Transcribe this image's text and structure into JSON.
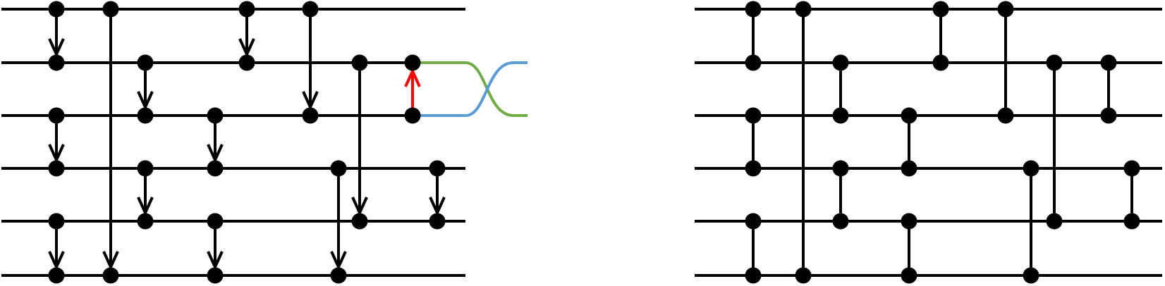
{
  "colors": {
    "ink": "#000000",
    "highlight": "#ff0000",
    "wire_a": "#70ad47",
    "wire_b": "#5b9bd5",
    "background": "#ffffff"
  },
  "panels": [
    {
      "id": "left",
      "kind": "directed",
      "lines": 6,
      "connections": [
        {
          "col": 0,
          "from": 0,
          "to": 1,
          "style": "arrow"
        },
        {
          "col": 0,
          "from": 2,
          "to": 3,
          "style": "arrow"
        },
        {
          "col": 0,
          "from": 4,
          "to": 5,
          "style": "arrow"
        },
        {
          "col": 1,
          "from": 0,
          "to": 5,
          "style": "arrow"
        },
        {
          "col": 2,
          "from": 1,
          "to": 2,
          "style": "arrow"
        },
        {
          "col": 2,
          "from": 3,
          "to": 4,
          "style": "arrow"
        },
        {
          "col": 3,
          "from": 2,
          "to": 3,
          "style": "arrow"
        },
        {
          "col": 3,
          "from": 4,
          "to": 5,
          "style": "arrow"
        },
        {
          "col": 4,
          "from": 0,
          "to": 1,
          "style": "arrow"
        },
        {
          "col": 5,
          "from": 0,
          "to": 2,
          "style": "arrow"
        },
        {
          "col": 6,
          "from": 3,
          "to": 5,
          "style": "arrow"
        },
        {
          "col": 7,
          "from": 1,
          "to": 4,
          "style": "arrow"
        },
        {
          "col": 8,
          "from": 2,
          "to": 1,
          "style": "highlight-arrow"
        },
        {
          "col": 9,
          "from": 3,
          "to": 4,
          "style": "arrow"
        }
      ],
      "swap": {
        "from": 1,
        "to": 2
      }
    },
    {
      "id": "right",
      "kind": "undirected",
      "lines": 6,
      "connections": [
        {
          "col": 0,
          "from": 0,
          "to": 1
        },
        {
          "col": 0,
          "from": 2,
          "to": 3
        },
        {
          "col": 0,
          "from": 4,
          "to": 5
        },
        {
          "col": 1,
          "from": 0,
          "to": 5
        },
        {
          "col": 2,
          "from": 1,
          "to": 2
        },
        {
          "col": 2,
          "from": 3,
          "to": 4
        },
        {
          "col": 3,
          "from": 2,
          "to": 3
        },
        {
          "col": 3,
          "from": 4,
          "to": 5
        },
        {
          "col": 4,
          "from": 0,
          "to": 1
        },
        {
          "col": 5,
          "from": 0,
          "to": 2
        },
        {
          "col": 6,
          "from": 3,
          "to": 5
        },
        {
          "col": 7,
          "from": 1,
          "to": 4
        },
        {
          "col": 8,
          "from": 1,
          "to": 2
        },
        {
          "col": 9,
          "from": 3,
          "to": 4
        }
      ]
    }
  ]
}
